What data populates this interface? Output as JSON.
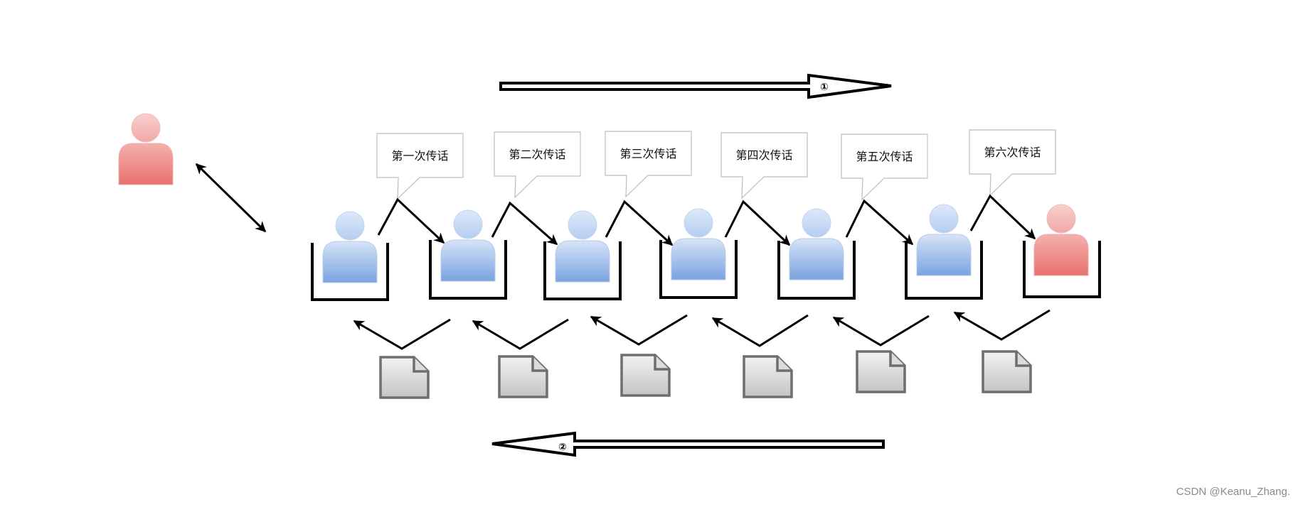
{
  "diagram": {
    "title": "",
    "top_arrow": {
      "label": "①",
      "direction": "right"
    },
    "bottom_arrow": {
      "label": "②",
      "direction": "left"
    },
    "origin_person": {
      "color": "red",
      "role": "source"
    },
    "people": [
      {
        "color": "blue"
      },
      {
        "color": "blue"
      },
      {
        "color": "blue"
      },
      {
        "color": "blue"
      },
      {
        "color": "blue"
      },
      {
        "color": "blue"
      },
      {
        "color": "red"
      }
    ],
    "callouts": [
      "第一次传话",
      "第二次传话",
      "第三次传话",
      "第四次传话",
      "第五次传话",
      "第六次传话"
    ],
    "documents": 6,
    "colors": {
      "blue_light": "#d6e4f8",
      "blue_dark": "#7aa3e0",
      "red_light": "#f6c4c4",
      "red_dark": "#e8726e",
      "doc_fill_top": "#f0f0f0",
      "doc_fill_bottom": "#c6c6c6",
      "doc_stroke": "#6e6e6e"
    }
  },
  "watermark": "CSDN @Keanu_Zhang."
}
